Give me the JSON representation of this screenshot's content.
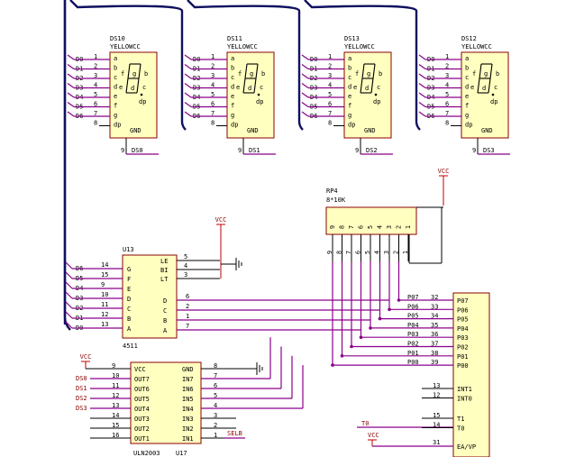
{
  "displays": [
    {
      "ref": "DS10",
      "part": "YELLOWCC",
      "net": "DS0"
    },
    {
      "ref": "DS11",
      "part": "YELLOWCC",
      "net": "DS1"
    },
    {
      "ref": "DS13",
      "part": "YELLOWCC",
      "net": "DS2"
    },
    {
      "ref": "DS12",
      "part": "YELLOWCC",
      "net": "DS3"
    }
  ],
  "display_common": {
    "inputs": [
      "D0",
      "D1",
      "D2",
      "D3",
      "D4",
      "D5",
      "D6"
    ],
    "pin_numbers": [
      "1",
      "2",
      "3",
      "4",
      "5",
      "6",
      "7",
      "8"
    ],
    "segment_pins": [
      "a",
      "b",
      "c",
      "d",
      "e",
      "f",
      "g",
      "dp"
    ],
    "glyph_letters": {
      "f": "f",
      "g": "g",
      "b": "b",
      "e": "e",
      "c": "c",
      "d": "d",
      "dp": "dp"
    },
    "gnd": "GND",
    "gnd_pin": "9"
  },
  "rp4": {
    "ref": "RP4",
    "value": "8*10K",
    "pins": [
      "9",
      "8",
      "7",
      "6",
      "5",
      "4",
      "3",
      "2",
      "1"
    ],
    "vcc": "VCC"
  },
  "u13": {
    "ref": "U13",
    "part": "4511",
    "left_nets": [
      "D6",
      "D5",
      "D4",
      "D3",
      "D2",
      "D1",
      "D0"
    ],
    "left_pin_nums": [
      "14",
      "15",
      "9",
      "10",
      "11",
      "12",
      "13"
    ],
    "left_pins": [
      "G",
      "F",
      "E",
      "D",
      "C",
      "B",
      "A"
    ],
    "ctrl_pins": [
      "LE",
      "BI",
      "LT"
    ],
    "ctrl_pin_nums": [
      "5",
      "4",
      "3"
    ],
    "right_pins": [
      "D",
      "C",
      "B",
      "A"
    ],
    "right_pin_nums": [
      "6",
      "2",
      "1",
      "7"
    ],
    "vcc": "VCC"
  },
  "mcu": {
    "port_nets": [
      "P07",
      "P06",
      "P05",
      "P04",
      "P03",
      "P02",
      "P01",
      "P00"
    ],
    "port_pin_nums": [
      "32",
      "33",
      "34",
      "35",
      "36",
      "37",
      "38",
      "39"
    ],
    "port_pins": [
      "P07",
      "P06",
      "P05",
      "P04",
      "P03",
      "P02",
      "P01",
      "P00"
    ],
    "int_pin_nums": [
      "13",
      "12"
    ],
    "int_pins": [
      "INT1",
      "INT0"
    ],
    "t_nets": [
      "T0"
    ],
    "t_pin_nums": [
      "15",
      "14"
    ],
    "t_pins": [
      "T1",
      "T0"
    ],
    "ea_net": "VCC",
    "ea_pin_num": "31",
    "ea_pin": "EA/VP"
  },
  "u17": {
    "ref": "U17",
    "part": "ULN2003",
    "vcc": "VCC",
    "left_nets": [
      "DS0",
      "DS1",
      "DS2",
      "DS3"
    ],
    "left_pin_nums": [
      "9",
      "10",
      "11",
      "12",
      "13",
      "14",
      "15",
      "16"
    ],
    "left_pins": [
      "VCC",
      "OUT7",
      "OUT6",
      "OUT5",
      "OUT4",
      "OUT3",
      "OUT2",
      "OUT1"
    ],
    "right_pins": [
      "GND",
      "IN7",
      "IN6",
      "IN5",
      "IN4",
      "IN3",
      "IN2",
      "IN1"
    ],
    "right_pin_nums": [
      "8",
      "7",
      "6",
      "5",
      "4",
      "3",
      "2",
      "1"
    ],
    "right_net": "SELB"
  },
  "colors": {
    "chip_fill": "#ffffc0",
    "chip_border": "#8b0000",
    "wire": "#8b008b",
    "bus": "#101060",
    "vcc": "#c00000"
  }
}
